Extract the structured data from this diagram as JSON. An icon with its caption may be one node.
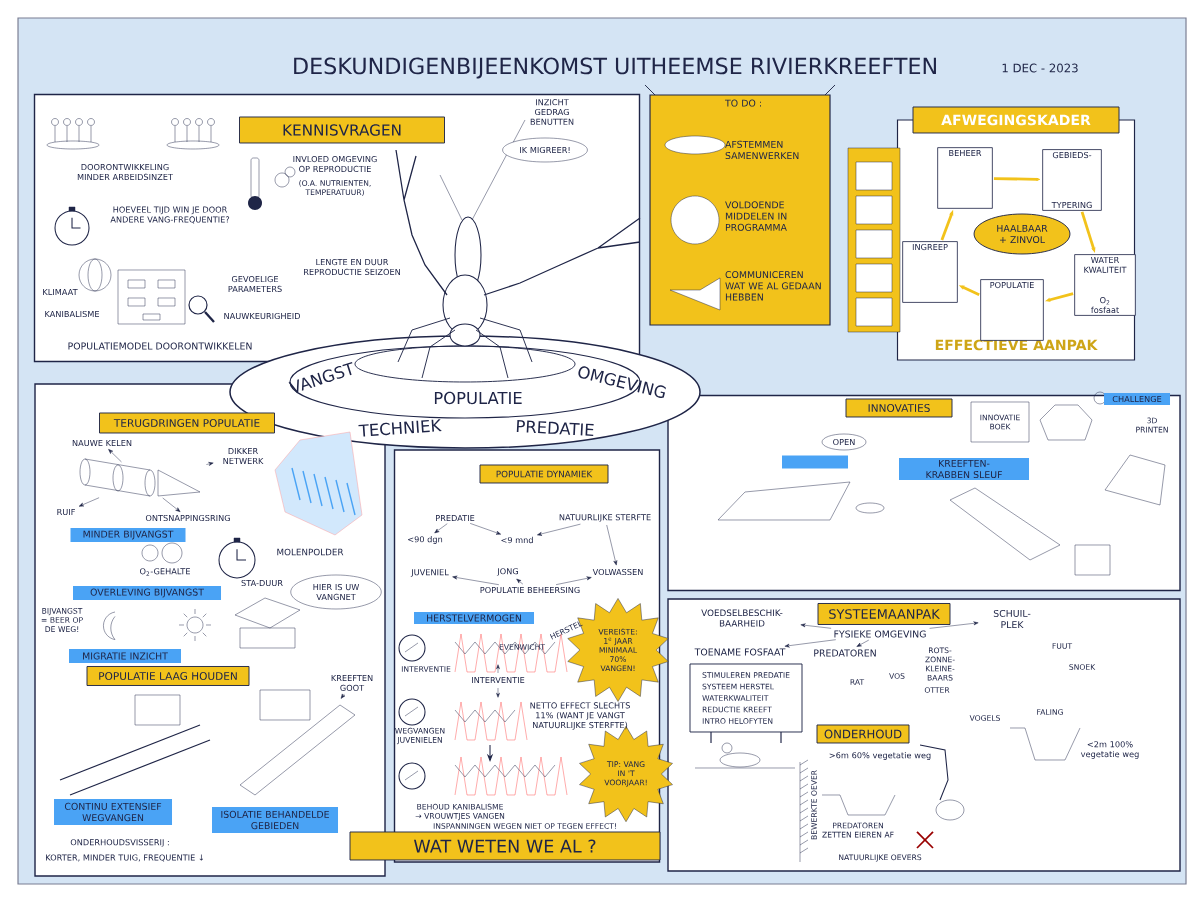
{
  "diagram": {
    "title": "DESKUNDIGENBIJEENKOMST UITHEEMSE RIVIERKREEFTEN",
    "nodes": [
      {
        "text": [],
        "shape": "box"
      },
      {
        "text": [
          "KENNISVRAGEN"
        ],
        "in": 0
      },
      {
        "text": [
          "IK MIGREER!"
        ],
        "in": 0
      },
      {
        "text": [
          "TO DO :",
          "AFSTEMMEN SAMENWERKEN",
          "VOLDOENDE MIDDELEN IN PROGRAMMA",
          "COMMUNICEREN WAT WE AL GEDAAN HEBBEN"
        ]
      },
      {
        "text": [
          "AFWEGINGSKADER",
          "EFFECTIEVE AANPAK"
        ]
      },
      {
        "text": [
          "BEHEER"
        ],
        "in": 4
      },
      {
        "text": [
          "GEBIEDS-",
          "TYPERING"
        ],
        "in": 4
      },
      {
        "text": [
          "WATER KWALITEIT",
          "O$_{2}$",
          "fosfaat"
        ],
        "in": 4
      },
      {
        "text": [
          "POPULATIE"
        ],
        "in": 4
      },
      {
        "text": [
          "INGREEP"
        ],
        "in": 4
      },
      {
        "text": [
          "HAALBAAR + ZINVOL"
        ],
        "in": 4
      },
      {
        "text": [
          "VANGST",
          "POPULATIE",
          "OMGEVING",
          "TECHNIEK",
          "PREDATIE"
        ]
      },
      {
        "text": [],
        "shape": "box"
      },
      {
        "text": [
          "TERUGDRINGEN POPULATIE"
        ],
        "in": 12
      },
      {
        "text": [
          "NAUWE KELEN"
        ],
        "in": 12
      },
      {
        "text": [
          "DIKKER NETWERK"
        ],
        "in": 12
      },
      {
        "text": [
          "RUIF"
        ],
        "in": 12
      },
      {
        "text": [
          "ONTSNAPPINGSRING"
        ],
        "in": 12
      },
      {
        "text": [],
        "shape": "picture",
        "in": 12
      },
      {
        "text": [
          "MINDER BIJVANGST"
        ],
        "in": 12
      },
      {
        "text": [
          "OVERLEVING BIJVANGST"
        ],
        "in": 12
      },
      {
        "text": [
          "MIGRATIE INZICHT"
        ],
        "in": 12
      },
      {
        "text": [
          "POPULATIE LAAG HOUDEN"
        ],
        "in": 12
      },
      {
        "text": [
          "HIER IS UW VANGNET"
        ],
        "in": 12
      },
      {
        "text": [
          "KREEFTEN GOOT"
        ],
        "in": 12
      },
      {
        "text": [
          "CONTINU EXTENSIEF WEGVANGEN"
        ],
        "in": 12
      },
      {
        "text": [
          "ISOLATIE BEHANDELDE GEBIEDEN"
        ],
        "in": 12
      },
      {
        "text": [],
        "shape": "box"
      },
      {
        "text": [
          "POPULATIE DYNAMIEK"
        ],
        "in": 27
      },
      {
        "text": [
          "PREDATIE"
        ],
        "in": 27
      },
      {
        "text": [
          "NATUURLIJKE STERFTE"
        ],
        "in": 27
      },
      {
        "text": [
          "<90 dgn"
        ],
        "in": 27
      },
      {
        "text": [
          "<9 mnd"
        ],
        "in": 27
      },
      {
        "text": [
          "JUVENIEL"
        ],
        "in": 27
      },
      {
        "text": [
          "JONG"
        ],
        "in": 27
      },
      {
        "text": [
          "VOLWASSEN"
        ],
        "in": 27
      },
      {
        "text": [
          "POPULATIE BEHEERSING"
        ],
        "in": 27
      },
      {
        "text": [
          "HERSTELVERMOGEN"
        ],
        "in": 27
      },
      {
        "text": [
          "VEREISTE: 1$^{e}$ JAAR MINIMAAL 70% VANGEN!"
        ],
        "in": 27
      },
      {
        "text": [
          "TIP: VANG IN 'T VOORJAAR!"
        ],
        "in": 27
      },
      {
        "text": [
          "WAT WETEN WE AL ?"
        ]
      },
      {
        "text": [],
        "shape": "box"
      },
      {
        "text": [
          "INNOVATIES"
        ],
        "in": 41
      },
      {
        "text": [],
        "shape": "box",
        "in": 41
      },
      {
        "text": [
          "KREEFTEN-KRABBEN SLEUF"
        ],
        "in": 41
      },
      {
        "text": [
          "CHALLENGE"
        ],
        "in": 41
      },
      {
        "text": [],
        "shape": "box"
      },
      {
        "text": [
          "SYSTEEMAANPAK"
        ],
        "in": 46
      },
      {
        "text": [
          "FYSIEKE OMGEVING"
        ],
        "in": 46
      },
      {
        "text": [
          "VOEDSELBESCHIK- BAARHEID"
        ],
        "in": 46
      },
      {
        "text": [
          "TOENAME FOSFAAT"
        ],
        "in": 46
      },
      {
        "text": [
          "PREDATOREN"
        ],
        "in": 46
      },
      {
        "text": [
          "SCHUIL- PLEK"
        ],
        "in": 46
      },
      {
        "text": [
          "STIMULEREN PREDATIE",
          "SYSTEEM HERSTEL",
          "WATERKWALITEIT",
          "REDUCTIE KREEFT",
          "INTRO HELOFYTEN"
        ],
        "in": 46
      },
      {
        "text": [
          "ONDERHOUD"
        ],
        "in": 46
      },
      {
        "text": [
          "OPEN"
        ],
        "in": 41
      },
      {
        "text": [
          "INNOVATIE BOEK"
        ],
        "in": 41
      }
    ],
    "edges": [
      {
        "from": 5,
        "to": 6,
        "arrow": "to",
        "style": "thick",
        "color": "#f2c21b"
      },
      {
        "from": 6,
        "to": 7,
        "arrow": "to",
        "style": "thick",
        "color": "#f2c21b"
      },
      {
        "from": 7,
        "to": 8,
        "arrow": "to",
        "style": "thick",
        "color": "#f2c21b"
      },
      {
        "from": 8,
        "to": 9,
        "arrow": "to",
        "style": "thick",
        "color": "#f2c21b"
      },
      {
        "from": 9,
        "to": 5,
        "arrow": "to",
        "style": "thick",
        "color": "#f2c21b"
      },
      {
        "from": 18,
        "to": 14,
        "arrow": "to"
      },
      {
        "from": 18,
        "to": 15,
        "arrow": "to"
      },
      {
        "from": 18,
        "to": 16,
        "arrow": "to"
      },
      {
        "from": 18,
        "to": 17,
        "arrow": "to"
      },
      {
        "from": 24,
        "to": null,
        "arrow": "to"
      },
      {
        "from": 29,
        "to": 31,
        "arrow": "to"
      },
      {
        "from": 29,
        "to": 32,
        "arrow": "to"
      },
      {
        "from": 30,
        "to": 32,
        "arrow": "to"
      },
      {
        "from": 30,
        "to": 35,
        "arrow": "to"
      },
      {
        "from": 36,
        "to": 33,
        "arrow": "to"
      },
      {
        "from": 36,
        "to": 34,
        "arrow": "to"
      },
      {
        "from": 36,
        "to": 35,
        "arrow": "to"
      },
      {
        "from": 48,
        "to": 49,
        "arrow": "to"
      },
      {
        "from": 48,
        "to": 50,
        "arrow": "to"
      },
      {
        "from": 48,
        "to": 51,
        "arrow": "to"
      },
      {
        "from": 48,
        "to": 52,
        "arrow": "to"
      }
    ],
    "labels": [
      "1 DEC - 2023",
      "DOORONTWIKKELING MINDER ARBEIDSINZET",
      "HOEVEEL TIJD WIN JE DOOR ANDERE VANG-FREQUENTIE?",
      "INVLOED OMGEVING OP REPRODUCTIE",
      "(O.A. NUTRIENTEN, TEMPERATUUR)",
      "INZICHT GEDRAG BENUTTEN",
      "LENGTE EN DUUR REPRODUCTIE SEIZOEN",
      "GEVOELIGE PARAMETERS",
      "KLIMAAT",
      "KANIBALISME",
      "NAUWKEURIGHEID",
      "POPULATIEMODEL DOORONTWIKKELEN",
      "O$_{2}$-GEHALTE",
      "STA-DUUR",
      "MOLENPOLDER",
      "BIJVANGST = BEER OP DE WEG!",
      "ONDERHOUDSVISSERIJ :",
      "KORTER, MINDER TUIG, FREQUENTIE ↓",
      "INTERVENTIE",
      "EVENWICHT",
      "HERSTEL",
      "INTERVENTIE",
      "WEGVANGEN JUVENIELEN",
      "NETTO EFFECT SLECHTS 11% (WANT JE VANGT NATUURLIJKE STERFTE)",
      "BEHOUD KANIBALISME → VROUWTJES VANGEN",
      "INSPANNINGEN WEGEN NIET OP TEGEN EFFECT!",
      "3D PRINTEN",
      "ROTS- ZONNE- KLEINE- BAARS",
      "RAT",
      "VOS",
      "OTTER",
      "VOGELS",
      "FUUT",
      "SNOEK",
      "FALING",
      ">6m 60% vegetatie weg",
      "<2m 100% vegetatie weg",
      "BEWERKTE OEVER",
      "PREDATOREN ZETTEN EIEREN AF",
      "NATUURLIJKE OEVERS"
    ]
  }
}
